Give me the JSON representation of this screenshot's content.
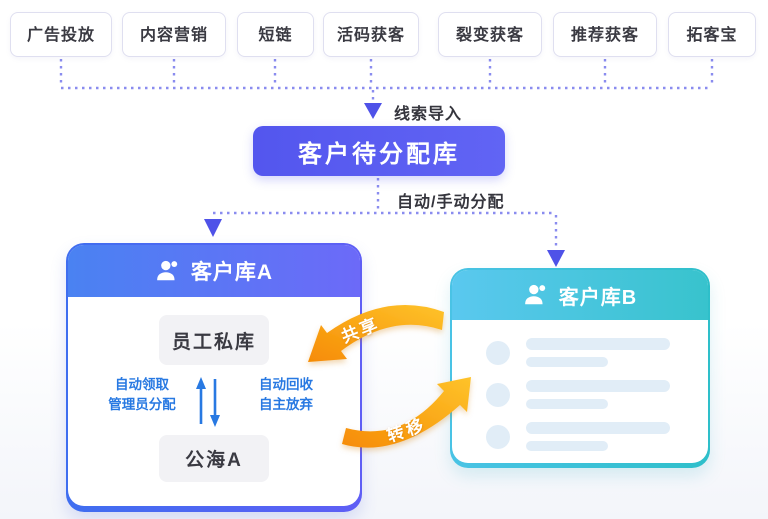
{
  "channels": [
    "广告投放",
    "内容营销",
    "短链",
    "活码获客",
    "裂变获客",
    "推荐获客",
    "拓客宝"
  ],
  "flow": {
    "lead_import_label": "线索导入",
    "pending_pool_label": "客户待分配库",
    "assign_label": "自动/手动分配"
  },
  "pool_a": {
    "title": "客户库A",
    "private_card": "员工私库",
    "public_card": "公海A",
    "down_lines": [
      "自动领取",
      "管理员分配"
    ],
    "up_lines": [
      "自动回收",
      "自主放弃"
    ]
  },
  "pool_b": {
    "title": "客户库B",
    "placeholder_row_count": 3
  },
  "transfer": {
    "share_label": "共享",
    "move_label": "转移"
  },
  "colors": {
    "accent_indigo": "#5356ee",
    "dotted_line": "#8a8cef",
    "arrowhead": "#4f52e8",
    "pool_a_gradient": [
      "#4a82f2",
      "#6c6af8"
    ],
    "pool_b_gradient": [
      "#5ac8ef",
      "#38c3cd"
    ],
    "cycle_blue": "#2879e2",
    "orange_gradient": [
      "#fec32a",
      "#f68b05"
    ],
    "channel_border": "#dfdff0",
    "text_dark": "#3a3a42"
  }
}
